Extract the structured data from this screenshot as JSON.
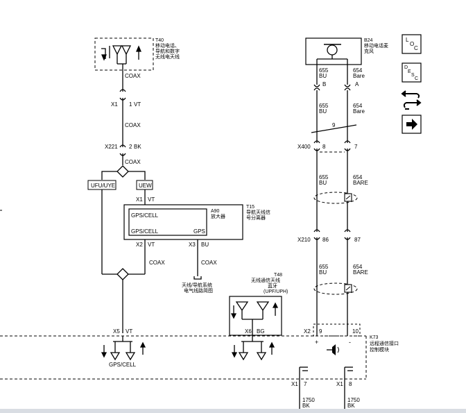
{
  "components": {
    "t40": {
      "ref": "T40",
      "desc": [
        "移动电话、",
        "导航和数字",
        "无线电天线"
      ]
    },
    "b24": {
      "ref": "B24",
      "desc": [
        "移动电话麦",
        "克风"
      ]
    },
    "t15": {
      "ref": "T15",
      "desc": [
        "导航天线信",
        "号分离器"
      ]
    },
    "a90": {
      "ref": "A90",
      "desc": "放大器"
    },
    "t48": {
      "ref": "T48",
      "desc": [
        "无线通信天线",
        "蓝牙",
        "(UPF/UPH)"
      ]
    },
    "k73": {
      "ref": "K73",
      "desc": [
        "远程通信接口",
        "控制模块"
      ]
    },
    "ground_note": [
      "天线/导航系统",
      "电气线路简图"
    ]
  },
  "labels": {
    "coax": "COAX",
    "gps_cell": "GPS/CELL",
    "gps": "GPS",
    "ufu_uye": "UFU/UYE",
    "uew": "UEW",
    "plus": "+",
    "minus": "-"
  },
  "connectors": {
    "x1_top": {
      "name": "X1",
      "pin": "1",
      "color": "VT"
    },
    "x221": {
      "name": "X221",
      "pin": "2",
      "color": "BK"
    },
    "x1_t15": {
      "name": "X1",
      "color": "VT"
    },
    "x2_t15": {
      "name": "X2",
      "color": "VT"
    },
    "x3_t15": {
      "name": "X3",
      "color": "BU"
    },
    "x5": {
      "name": "X5",
      "color": "VT"
    },
    "x6": {
      "name": "X6",
      "color": "BG"
    },
    "x400": {
      "name": "X400",
      "pin_left": "8",
      "pin_right": "7"
    },
    "x210": {
      "name": "X210",
      "pin_left": "86",
      "pin_right": "87"
    },
    "x2_k73": {
      "name": "X2",
      "pin_left": "9",
      "pin_right": "10"
    },
    "x1_gnd_a": {
      "name": "X1",
      "pin": "7"
    },
    "x1_gnd_b": {
      "name": "X1",
      "pin": "8"
    }
  },
  "mic_pins": {
    "left": "B",
    "right": "A"
  },
  "circuits": {
    "c655_a": {
      "num": "655",
      "color": "BU"
    },
    "c654_a": {
      "num": "654",
      "color": "Bare"
    },
    "c655_b": {
      "num": "655",
      "color": "BU"
    },
    "c654_b": {
      "num": "654",
      "color": "Bare"
    },
    "c655_c": {
      "num": "655",
      "color": "BU"
    },
    "c654_c": {
      "num": "654",
      "color": "BARE"
    },
    "c655_d": {
      "num": "655",
      "color": "BU"
    },
    "c654_d": {
      "num": "654",
      "color": "BARE"
    },
    "twist_count": "9",
    "g1": {
      "num": "1750",
      "color": "BK"
    },
    "g2": {
      "num": "1750",
      "color": "BK"
    }
  },
  "nav": [
    {
      "name": "loc",
      "lines": [
        "L",
        "O",
        "C"
      ],
      "icon": "location-icon"
    },
    {
      "name": "desc",
      "lines": [
        "D",
        "E",
        "S",
        "C"
      ],
      "icon": "description-icon"
    },
    {
      "name": "swap",
      "icon": "swap-arrows-icon"
    },
    {
      "name": "next",
      "icon": "arrow-right-icon"
    }
  ]
}
